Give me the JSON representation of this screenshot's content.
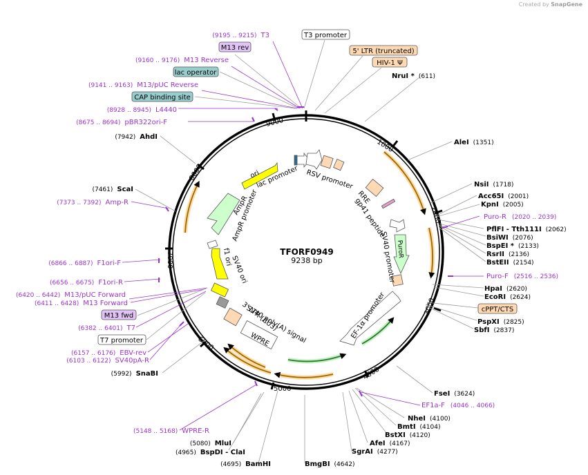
{
  "plasmid": {
    "name": "TFORF0949",
    "size": "9238 bp",
    "length": 9238
  },
  "credit": {
    "prefix": "Created by",
    "brand": "SnapGene"
  },
  "colors": {
    "primer": "#9933cc",
    "enzyme": "#000000",
    "backbone": "#000000",
    "orf_arrow": "#ffa000",
    "feature_orange": "#ffd9b3",
    "feature_yellow": "#ffff00",
    "feature_green": "#ccffcc",
    "feature_blue": "#99cccc",
    "feature_purple": "#e1c4f5"
  },
  "ticks": [
    "1000",
    "2000",
    "3000",
    "4000",
    "5000",
    "6000",
    "7000",
    "8000",
    "9000"
  ],
  "enzymes": [
    {
      "name": "NruI *",
      "pos": "(611)"
    },
    {
      "name": "AleI",
      "pos": "(1351)"
    },
    {
      "name": "NsiI",
      "pos": "(1718)"
    },
    {
      "name": "Acc65I",
      "pos": "(2001)"
    },
    {
      "name": "KpnI",
      "pos": "(2005)"
    },
    {
      "name": "PflFI - Tth111I",
      "pos": "(2062)"
    },
    {
      "name": "BsiWI",
      "pos": "(2076)"
    },
    {
      "name": "BspEI *",
      "pos": "(2133)"
    },
    {
      "name": "RsrII",
      "pos": "(2136)"
    },
    {
      "name": "BstEII",
      "pos": "(2154)"
    },
    {
      "name": "HpaI",
      "pos": "(2620)"
    },
    {
      "name": "EcoRI",
      "pos": "(2624)"
    },
    {
      "name": "PspXI",
      "pos": "(2825)"
    },
    {
      "name": "SbfI",
      "pos": "(2837)"
    },
    {
      "name": "FseI",
      "pos": "(3624)"
    },
    {
      "name": "NheI",
      "pos": "(4100)"
    },
    {
      "name": "BmtI",
      "pos": "(4104)"
    },
    {
      "name": "BstXI",
      "pos": "(4120)"
    },
    {
      "name": "AfeI",
      "pos": "(4167)"
    },
    {
      "name": "SgrAI",
      "pos": "(4277)"
    },
    {
      "name": "BmgBI",
      "pos": "(4642)"
    },
    {
      "name": "BamHI",
      "pos": "(4695)"
    },
    {
      "name": "BspDI - ClaI",
      "pos": "(4965)"
    },
    {
      "name": "MluI",
      "pos": "(5080)"
    },
    {
      "name": "SnaBI",
      "pos": "(5992)"
    },
    {
      "name": "ScaI",
      "pos": "(7461)"
    },
    {
      "name": "AhdI",
      "pos": "(7942)"
    }
  ],
  "primers": [
    {
      "name": "T3",
      "range": "(9195 .. 9215)"
    },
    {
      "name": "M13 Reverse",
      "range": "(9160 .. 9176)"
    },
    {
      "name": "M13/pUC Reverse",
      "range": "(9141 .. 9163)"
    },
    {
      "name": "L4440",
      "range": "(8928 .. 8945)"
    },
    {
      "name": "pBR322ori-F",
      "range": "(8675 .. 8694)"
    },
    {
      "name": "Puro-R",
      "range": "(2020 .. 2039)"
    },
    {
      "name": "Puro-F",
      "range": "(2516 .. 2536)"
    },
    {
      "name": "EF1a-F",
      "range": "(4046 .. 4066)"
    },
    {
      "name": "WPRE-R",
      "range": "(5148 .. 5168)"
    },
    {
      "name": "SV40pA-R",
      "range": "(6103 .. 6122)"
    },
    {
      "name": "EBV-rev",
      "range": "(6157 .. 6176)"
    },
    {
      "name": "T7",
      "range": "(6382 .. 6401)"
    },
    {
      "name": "M13 Forward",
      "range": "(6411 .. 6428)"
    },
    {
      "name": "M13/pUC Forward",
      "range": "(6420 .. 6442)"
    },
    {
      "name": "F1ori-R",
      "range": "(6656 .. 6675)"
    },
    {
      "name": "F1ori-F",
      "range": "(6866 .. 6887)"
    },
    {
      "name": "Amp-R",
      "range": "(7373 .. 7392)"
    }
  ],
  "boxes": [
    {
      "label": "M13 rev",
      "color": "#e1c4f5"
    },
    {
      "label": "lac operator",
      "color": "#99cccc"
    },
    {
      "label": "CAP binding site",
      "color": "#99cccc"
    },
    {
      "label": "T3 promoter",
      "color": "#ffffff"
    },
    {
      "label": "5' LTR (truncated)",
      "color": "#ffd9b3"
    },
    {
      "label": "HIV-1 Ψ",
      "color": "#ffd9b3"
    },
    {
      "label": "cPPT/CTS",
      "color": "#ffd9b3"
    },
    {
      "label": "M13 fwd",
      "color": "#e1c4f5"
    },
    {
      "label": "T7 promoter",
      "color": "#ffffff"
    }
  ],
  "inner_labels": [
    "ori",
    "lac promoter",
    "RSV promoter",
    "RRE",
    "gp41 peptide",
    "SV40 promoter",
    "PuroR",
    "EF-1α promoter",
    "WPRE",
    "SV40 poly(A) signal",
    "3' LTR (ΔU3)",
    "SV40 ori",
    "f1 ori",
    "AmpR promoter",
    "AmpR"
  ]
}
